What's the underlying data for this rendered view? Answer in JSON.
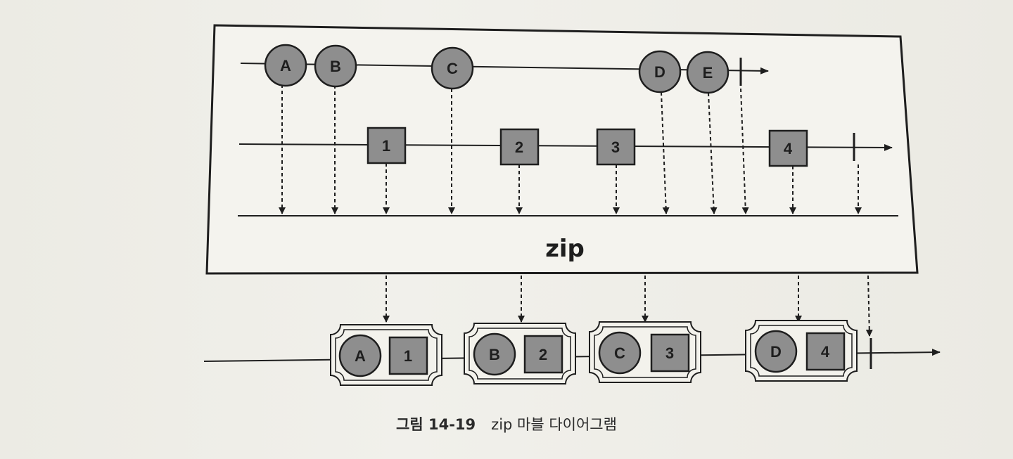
{
  "marble": {
    "operator_label": "zip",
    "circle_stream": [
      "A",
      "B",
      "C",
      "D",
      "E"
    ],
    "square_stream": [
      "1",
      "2",
      "3",
      "4"
    ],
    "output": [
      {
        "circle": "A",
        "square": "1"
      },
      {
        "circle": "B",
        "square": "2"
      },
      {
        "circle": "C",
        "square": "3"
      },
      {
        "circle": "D",
        "square": "4"
      }
    ]
  },
  "caption": {
    "figure_number": "그림 14-19",
    "text": "zip 마블 다이어그램"
  },
  "colors": {
    "marble_fill": "#8e8e8e",
    "stroke": "#1e1e1e",
    "background": "#eeede7"
  }
}
